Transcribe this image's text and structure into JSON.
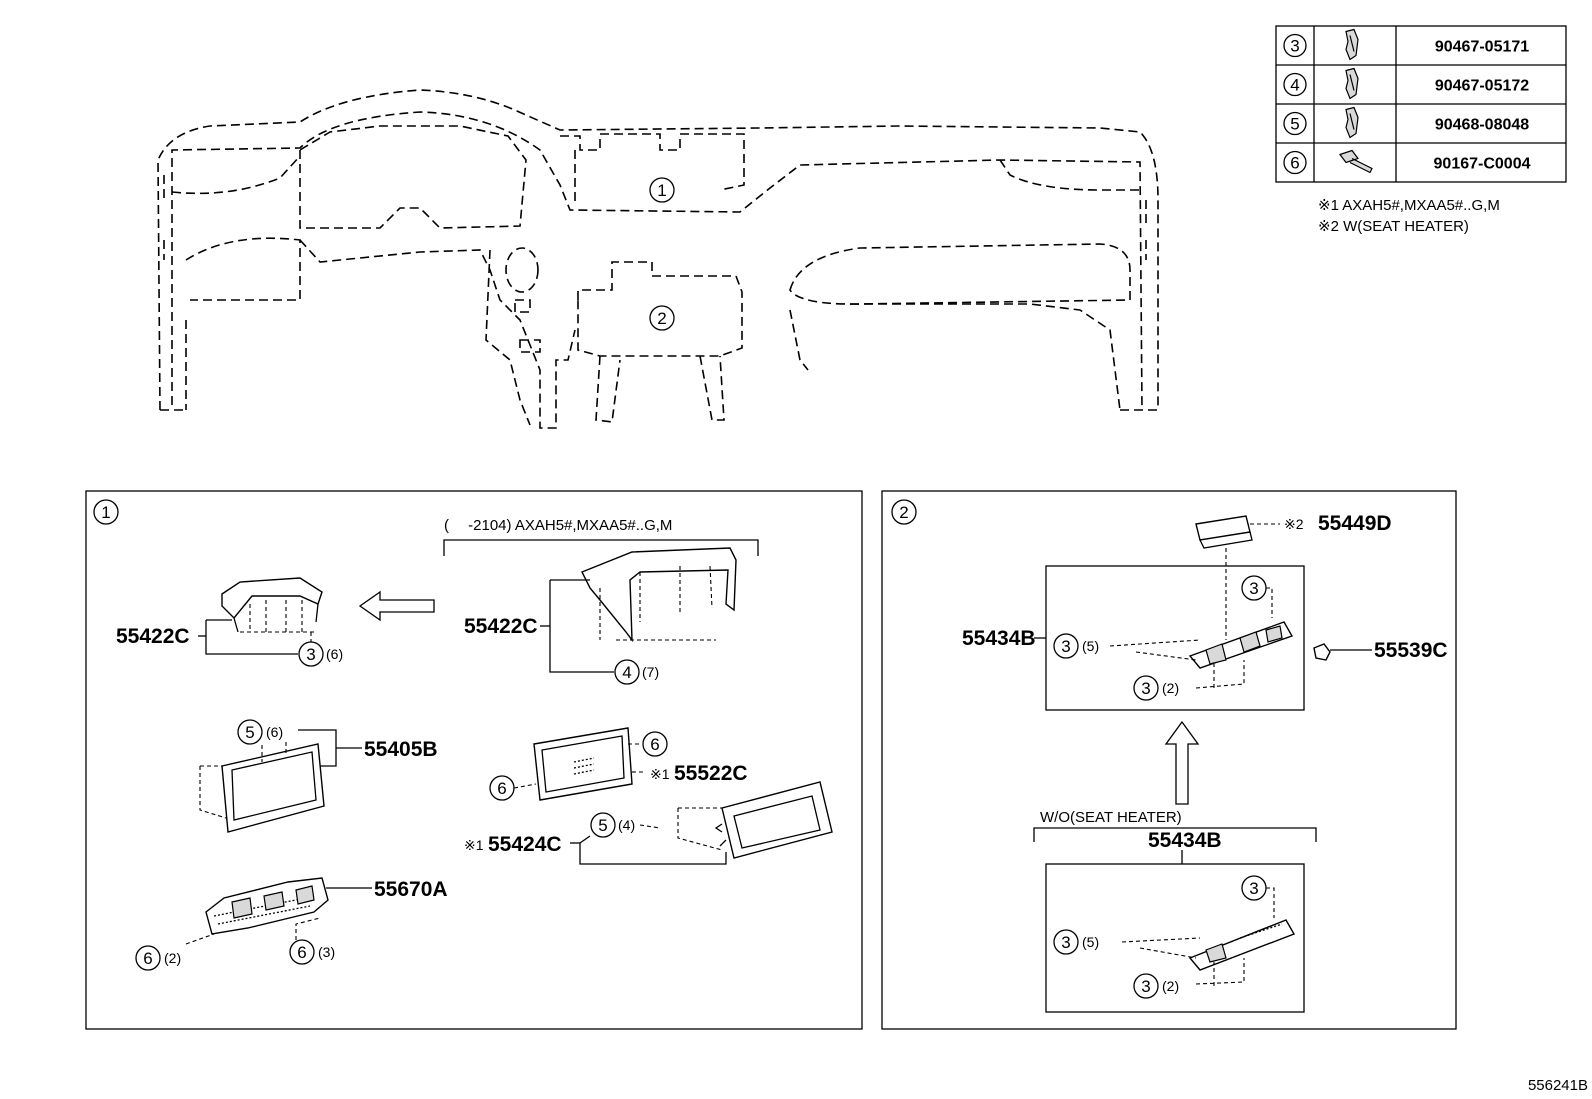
{
  "diagram_id": "556241B",
  "fastener_table": [
    {
      "ref": "3",
      "part": "90467-05171",
      "icon": "clip-icon"
    },
    {
      "ref": "4",
      "part": "90467-05172",
      "icon": "clip-icon"
    },
    {
      "ref": "5",
      "part": "90468-08048",
      "icon": "clip-icon"
    },
    {
      "ref": "6",
      "part": "90167-C0004",
      "icon": "screw-icon"
    }
  ],
  "notes": {
    "note1": "※1 AXAH5#,MXAA5#..G,M",
    "note2": "※2 W(SEAT HEATER)"
  },
  "overview": {
    "callout1": "1",
    "callout2": "2"
  },
  "panel1": {
    "badge": "1",
    "header": "(　 -2104) AXAH5#,MXAA5#..G,M",
    "p55422c_left": "55422C",
    "p55422c_right": "55422C",
    "p55405b": "55405B",
    "p55522c": "55522C",
    "p55424c": "55424C",
    "p55670a": "55670A",
    "mark1a": "※1",
    "mark1b": "※1",
    "c3_q": "(6)",
    "c4_q": "(7)",
    "c5_q": "(6)",
    "c5b_q": "(4)",
    "c6a_q": "(2)",
    "c6b_q": "(3)"
  },
  "panel2": {
    "badge": "2",
    "p55449d": "55449D",
    "mark2": "※2",
    "p55434b_top": "55434B",
    "p55539c": "55539C",
    "header": "W/O(SEAT HEATER)",
    "p55434b_bottom": "55434B",
    "q5": "(5)",
    "q2": "(2)",
    "q5b": "(5)",
    "q2b": "(2)"
  }
}
